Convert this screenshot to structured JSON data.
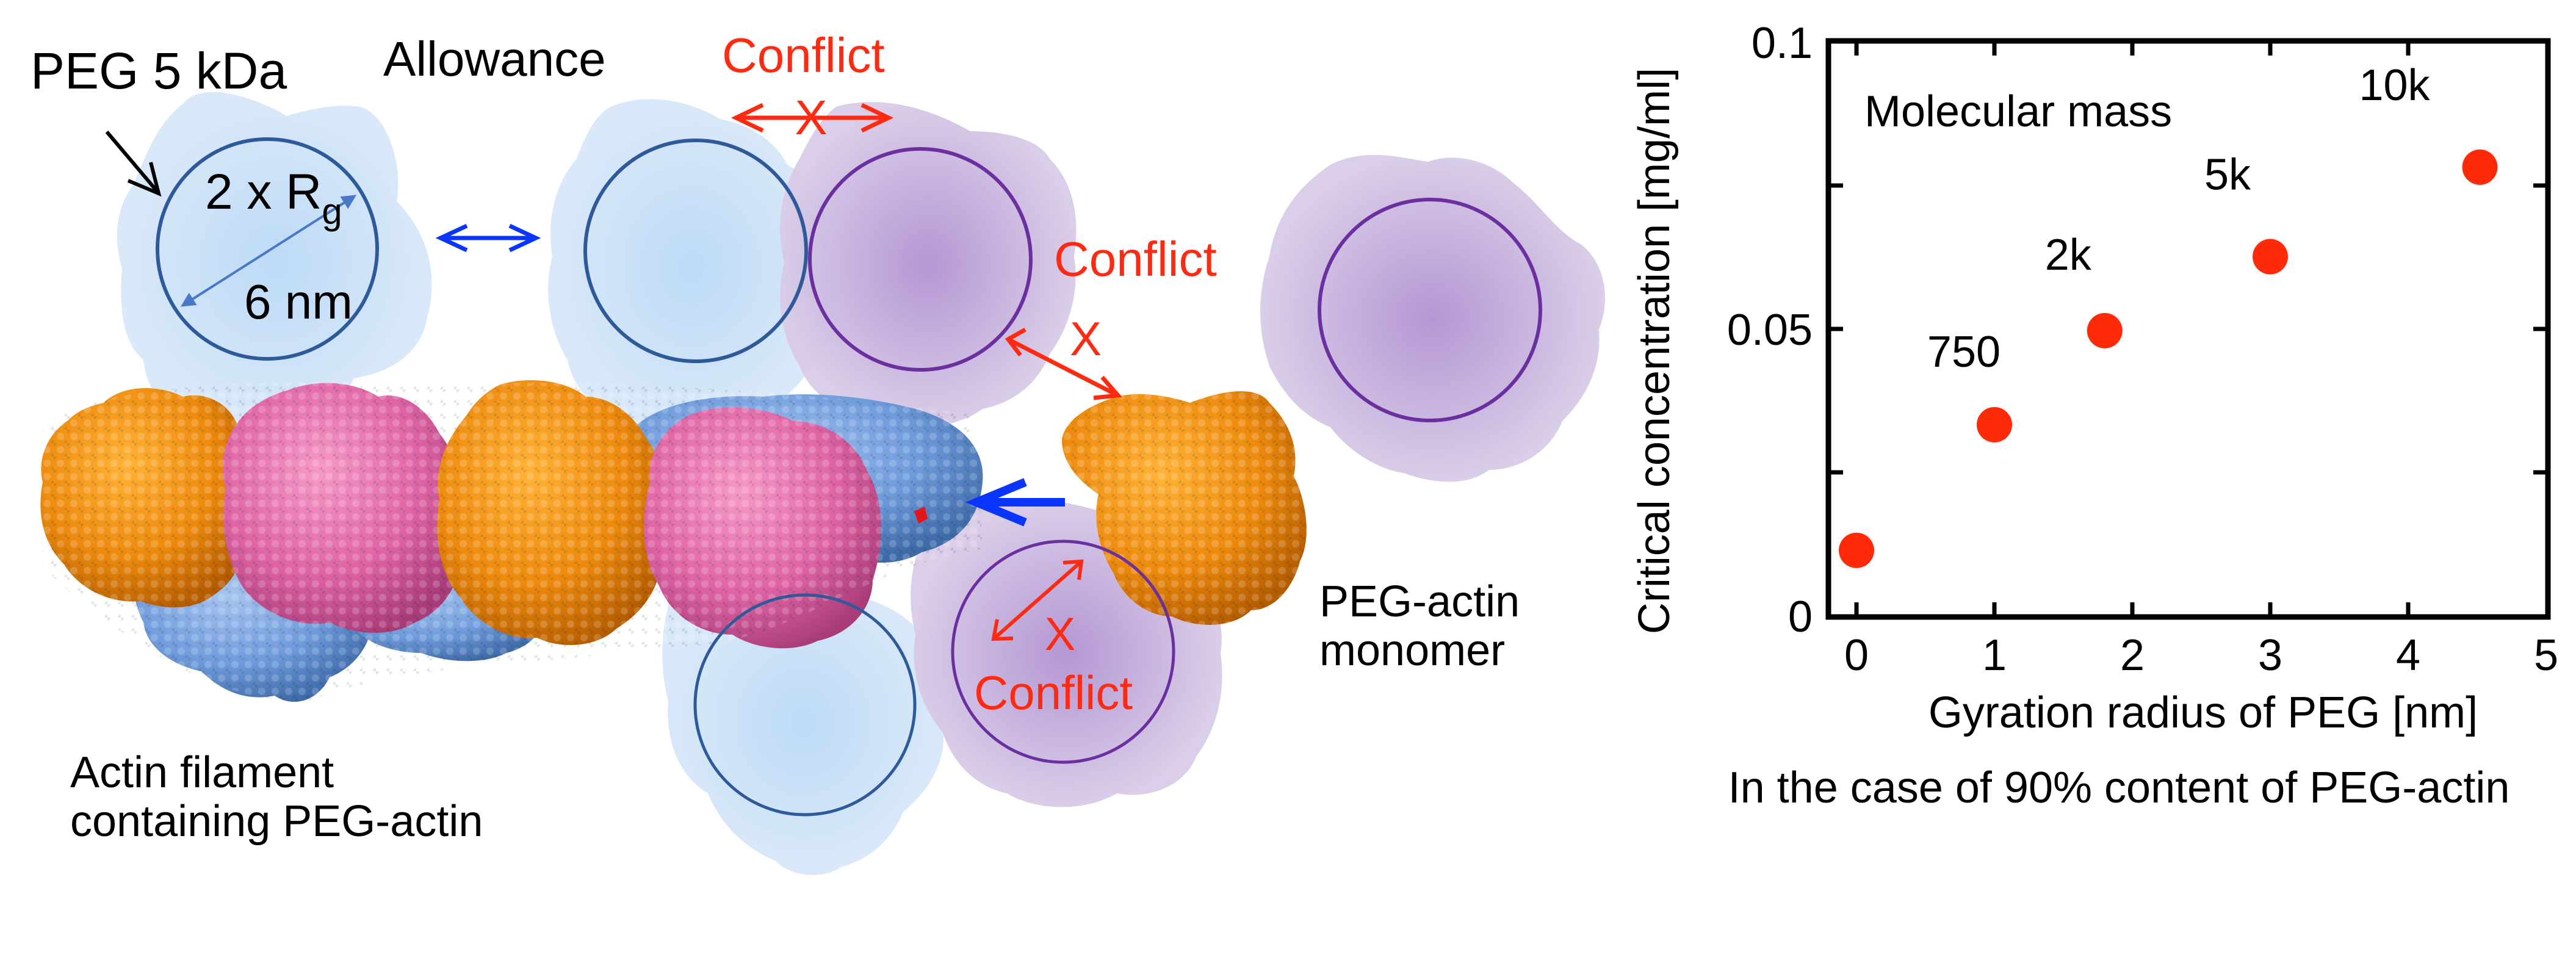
{
  "diagram": {
    "labels": {
      "peg_label": "PEG 5 kDa",
      "allowance": "Allowance",
      "conflict_top": "Conflict",
      "conflict_right": "Conflict",
      "conflict_bottom": "Conflict",
      "two_x": "2 x R",
      "rg_sub": "g",
      "six_nm": "6 nm",
      "x_mark": "X",
      "filament_line1": "Actin filament",
      "filament_line2": "containing PEG-actin",
      "monomer_line1": "PEG-actin",
      "monomer_line2": "monomer"
    },
    "colors": {
      "peg_blue_fill": "#cfe3f7",
      "peg_blue_center": "#b9d8f5",
      "peg_blue_ring": "#2f5a9a",
      "peg_purple_fill": "#d6c8e6",
      "peg_purple_center": "#b393d2",
      "peg_purple_ring": "#6a30a0",
      "conflict_red": "#ff2a12",
      "allow_blue": "#0a35ff",
      "actin_orange": "#f08c12",
      "actin_pink": "#e36aa9",
      "actin_blue": "#6e9ad8"
    }
  },
  "chart": {
    "caption": "In the case of 90% content of PEG-actin",
    "annotation": "Molecular mass"
  },
  "chart_data": {
    "type": "scatter",
    "title": "",
    "xlabel": "Gyration radius of PEG [nm]",
    "ylabel": "Critical concentration [mg/ml]",
    "xlim": [
      -0.2,
      5
    ],
    "ylim": [
      0,
      0.1
    ],
    "xticks": [
      0,
      1,
      2,
      3,
      4,
      5
    ],
    "xtick_labels": [
      "0",
      "1",
      "2",
      "3",
      "4",
      "5"
    ],
    "yticks": [
      0,
      0.025,
      0.05,
      0.075,
      0.1
    ],
    "ytick_labels": [
      "0",
      "",
      "0.05",
      "",
      "0.1"
    ],
    "grid": false,
    "marker_color": "#ff2a08",
    "series": [
      {
        "name": "PEG-actin",
        "points": [
          {
            "x": 0.0,
            "y": 0.0114,
            "label": ""
          },
          {
            "x": 1.0,
            "y": 0.0333,
            "label": "750"
          },
          {
            "x": 1.8,
            "y": 0.0497,
            "label": "2k"
          },
          {
            "x": 3.0,
            "y": 0.0626,
            "label": "5k"
          },
          {
            "x": 4.52,
            "y": 0.0782,
            "label": "10k"
          }
        ]
      }
    ]
  }
}
